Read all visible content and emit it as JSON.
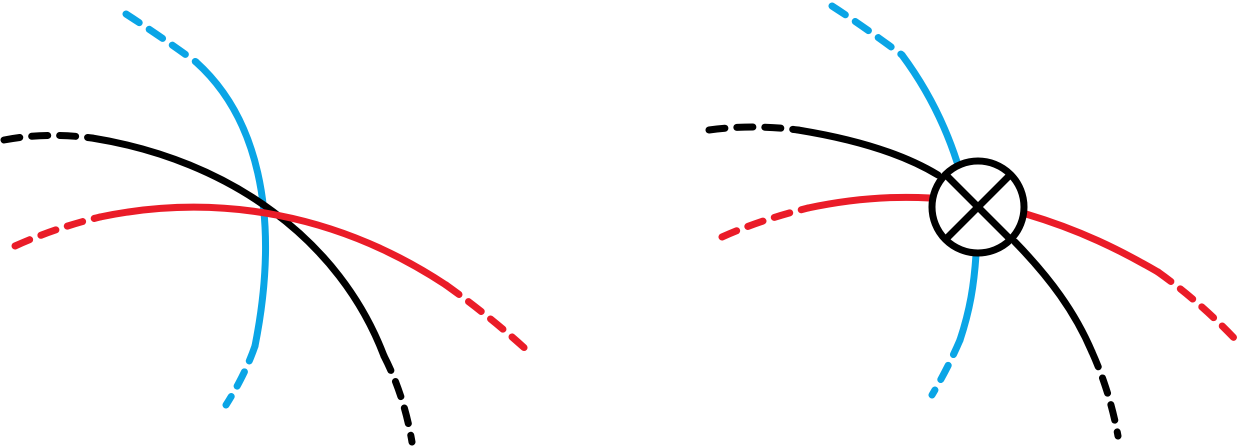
{
  "colors": {
    "blue": "#0aa5e6",
    "black": "#000000",
    "red": "#ea1c28",
    "background": "#ffffff"
  },
  "panels": [
    {
      "name": "crossing-lines",
      "lines": [
        {
          "color": "blue",
          "style": "solid-with-dashed-ends"
        },
        {
          "color": "black",
          "style": "solid-with-dashed-ends"
        },
        {
          "color": "red",
          "style": "solid-with-dashed-ends"
        }
      ]
    },
    {
      "name": "lines-meeting-at-vertex",
      "vertex": {
        "symbol": "circle-with-x",
        "color": "black"
      },
      "lines": [
        {
          "color": "blue",
          "style": "solid-with-dashed-ends"
        },
        {
          "color": "black",
          "style": "solid-with-dashed-ends"
        },
        {
          "color": "red",
          "style": "solid-with-dashed-ends"
        }
      ]
    }
  ]
}
